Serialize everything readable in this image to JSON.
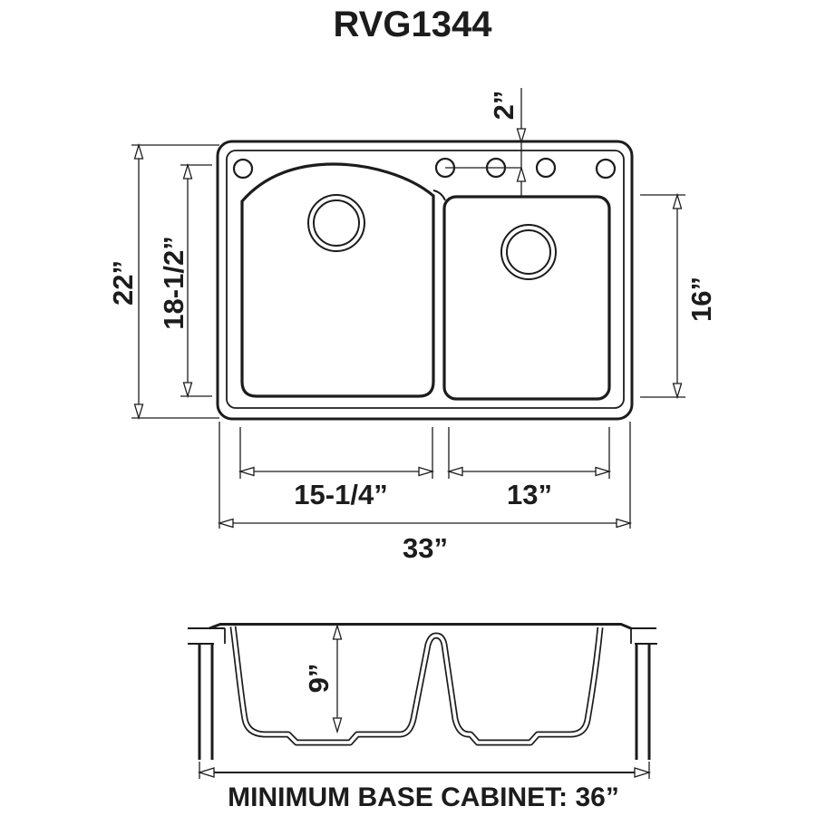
{
  "title": "RVG1344",
  "colors": {
    "line": "#1c1c1c",
    "background": "#ffffff"
  },
  "top_view": {
    "overall_width_label": "33”",
    "overall_depth_label": "22”",
    "left_bowl_depth_label": "18-1/2”",
    "left_bowl_width_label": "15-1/4”",
    "right_bowl_width_label": "13”",
    "right_bowl_depth_label": "16”",
    "faucet_hole_offset_label": "2”",
    "faucet_hole_count": 5
  },
  "side_view": {
    "bowl_depth_label": "9”",
    "base_cabinet_label": "MINIMUM BASE CABINET: 36”"
  }
}
